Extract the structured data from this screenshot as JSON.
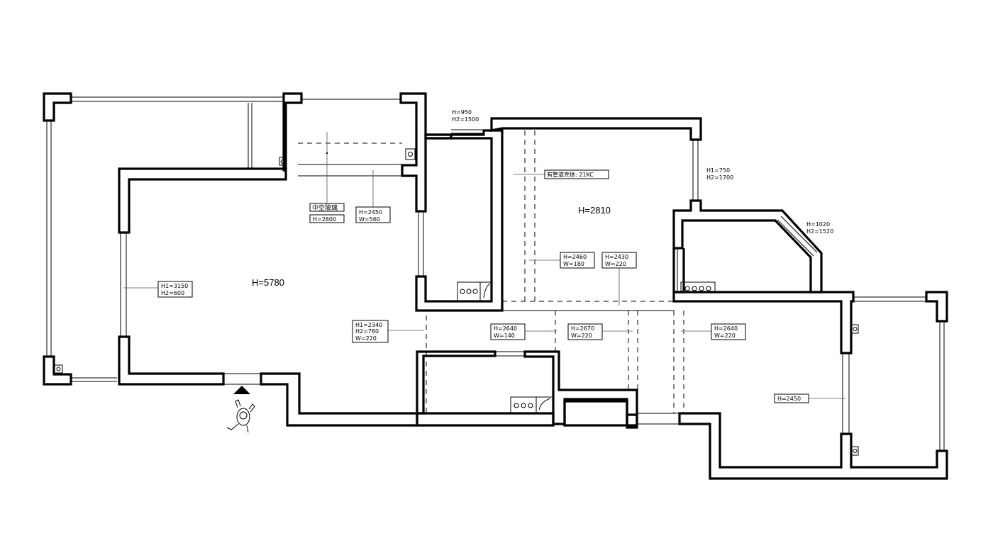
{
  "rooms": {
    "living_height": "H=5780",
    "bedroom_height": "H=2810"
  },
  "tags": {
    "hollow_glass": "中空玻璃",
    "hollow_glass_h": "H=2800",
    "beam_top": [
      "H=2450",
      "W=560"
    ],
    "living_window": [
      "H1=3150",
      "H2=600"
    ],
    "entry_beam": [
      "H1=2340",
      "H2=780",
      "W=220"
    ],
    "vent_pipe": "有管道壳体: 21KC",
    "hall_beam_a": [
      "H=2460",
      "W=180"
    ],
    "hall_beam_b": [
      "H=2430",
      "W=220"
    ],
    "corr_beam_1": [
      "H=2640",
      "W=140"
    ],
    "corr_beam_2": [
      "H=2670",
      "W=220"
    ],
    "corr_beam_3": [
      "H=2640",
      "W=220"
    ],
    "right_room": "H=2450",
    "top_window": [
      "H=950",
      "H2=1500"
    ],
    "bed_window": [
      "H1=750",
      "H2=1700"
    ],
    "bay_window": [
      "H=1020",
      "H2=1520"
    ]
  },
  "icons": {
    "entry": "entry-arrow-icon",
    "person": "walking-person-icon",
    "stove": "stove-burner-icon",
    "drain": "floor-drain-icon"
  },
  "colors": {
    "ink": "#000000",
    "paper": "#ffffff"
  }
}
